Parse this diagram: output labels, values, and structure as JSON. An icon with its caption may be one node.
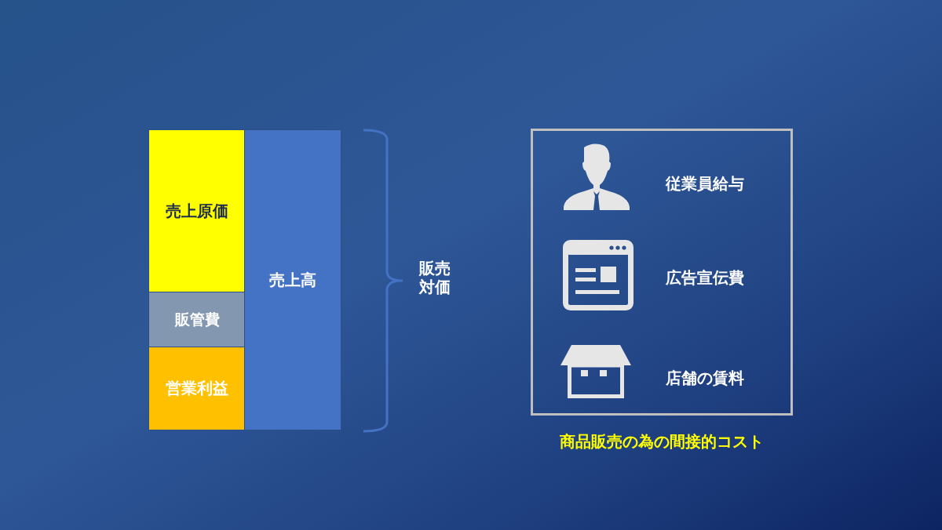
{
  "diagram": {
    "nodes": [
      {
        "text": [
          "売上原価"
        ]
      },
      {
        "text": [
          "販管費"
        ]
      },
      {
        "text": [
          "営業利益"
        ]
      },
      {
        "text": [
          "売上高"
        ]
      },
      {
        "text": [
          "従業員給与",
          "広告宣伝費",
          "店舗の賃料",
          "商品販売の為の間接的コスト"
        ]
      }
    ],
    "labels": [
      "販売対価"
    ]
  }
}
